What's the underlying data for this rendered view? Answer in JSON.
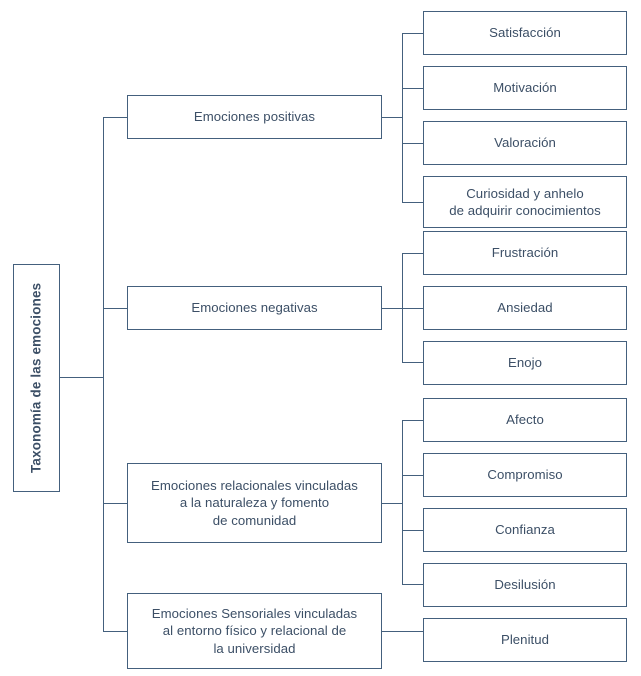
{
  "diagram": {
    "title": "Taxonomía de las emociones",
    "type": "tree-hierarchy",
    "colors": {
      "border": "#44607d",
      "text": "#3c4f66",
      "background": "#ffffff"
    },
    "root": {
      "label": "Taxonomía de las emociones",
      "orientation": "vertical-rotated"
    },
    "branches": [
      {
        "label": "Emociones positivas",
        "children": [
          {
            "label": "Satisfacción"
          },
          {
            "label": "Motivación"
          },
          {
            "label": "Valoración"
          },
          {
            "label": "Curiosidad y anhelo de adquirir conocimientos"
          }
        ]
      },
      {
        "label": "Emociones negativas",
        "children": [
          {
            "label": "Frustración"
          },
          {
            "label": "Ansiedad"
          },
          {
            "label": "Enojo"
          }
        ]
      },
      {
        "label": "Emociones relacionales vinculadas a la naturaleza y fomento de comunidad",
        "children": [
          {
            "label": "Afecto"
          },
          {
            "label": "Compromiso"
          },
          {
            "label": "Confianza"
          },
          {
            "label": "Desilusión"
          }
        ]
      },
      {
        "label": "Emociones Sensoriales vinculadas al entorno físico y relacional de la universidad",
        "children": [
          {
            "label": "Plenitud"
          }
        ]
      }
    ],
    "node_text": {
      "root": "Taxonomía de las emociones",
      "b0": "Emociones positivas",
      "b1": "Emociones negativas",
      "b2_line1": "Emociones relacionales vinculadas",
      "b2_line2": "a la naturaleza y fomento",
      "b2_line3": "de comunidad",
      "b3_line1": "Emociones Sensoriales vinculadas",
      "b3_line2": "al entorno físico y relacional de",
      "b3_line3": "la universidad",
      "l0_0": "Satisfacción",
      "l0_1": "Motivación",
      "l0_2": "Valoración",
      "l0_3_line1": "Curiosidad y anhelo",
      "l0_3_line2": "de adquirir conocimientos",
      "l1_0": "Frustración",
      "l1_1": "Ansiedad",
      "l1_2": "Enojo",
      "l2_0": "Afecto",
      "l2_1": "Compromiso",
      "l2_2": "Confianza",
      "l2_3": "Desilusión",
      "l3_0": "Plenitud"
    }
  }
}
